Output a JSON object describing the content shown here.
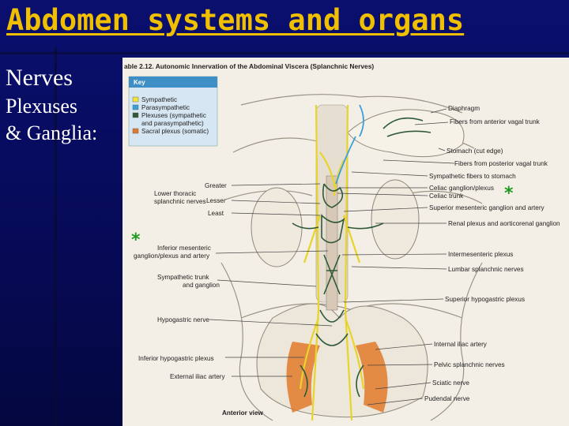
{
  "slide": {
    "title": "Abdomen systems and organs",
    "side": [
      "Nerves",
      "Plexuses",
      "& Ganglia:"
    ]
  },
  "figure": {
    "header": "able 2.12.  Autonomic Innervation of the Abdominal Viscera (Splanchnic Nerves)",
    "key_title": "Key",
    "key": [
      {
        "label": "Sympathetic",
        "color": "#f2e43a"
      },
      {
        "label": "Parasympathetic",
        "color": "#3aa0d8"
      },
      {
        "label": "Plexuses (sympathetic",
        "color": "#2f5a3a"
      },
      {
        "label": "and parasympathetic)",
        "color": ""
      },
      {
        "label": "Sacral plexus (somatic)",
        "color": "#e07a2a"
      }
    ],
    "labels_right": [
      "Diaphragm",
      "Fibers from anterior vagal trunk",
      "Stomach (cut edge)",
      "Fibers from posterior vagal trunk",
      "Sympathetic fibers to stomach",
      "Celiac ganglion/plexus",
      "Celiac trunk",
      "Superior mesenteric ganglion and artery",
      "Renal plexus and aorticorenal ganglion",
      "Intermesenteric plexus",
      "Lumbar splanchnic nerves",
      "Superior hypogastric plexus",
      "Internal iliac artery",
      "Pelvic splanchnic nerves",
      "Sciatic nerve",
      "Pudendal nerve"
    ],
    "labels_left": [
      "Greater",
      "Lower thoracic",
      "splanchnic nerves",
      "Lesser",
      "Least",
      "Inferior mesenteric",
      "ganglion/plexus and artery",
      "Sympathetic trunk",
      "and ganglion",
      "Hypogastric nerve",
      "Inferior hypogastric plexus",
      "External iliac artery"
    ],
    "caption": "Anterior view",
    "star_symbol": "*"
  }
}
